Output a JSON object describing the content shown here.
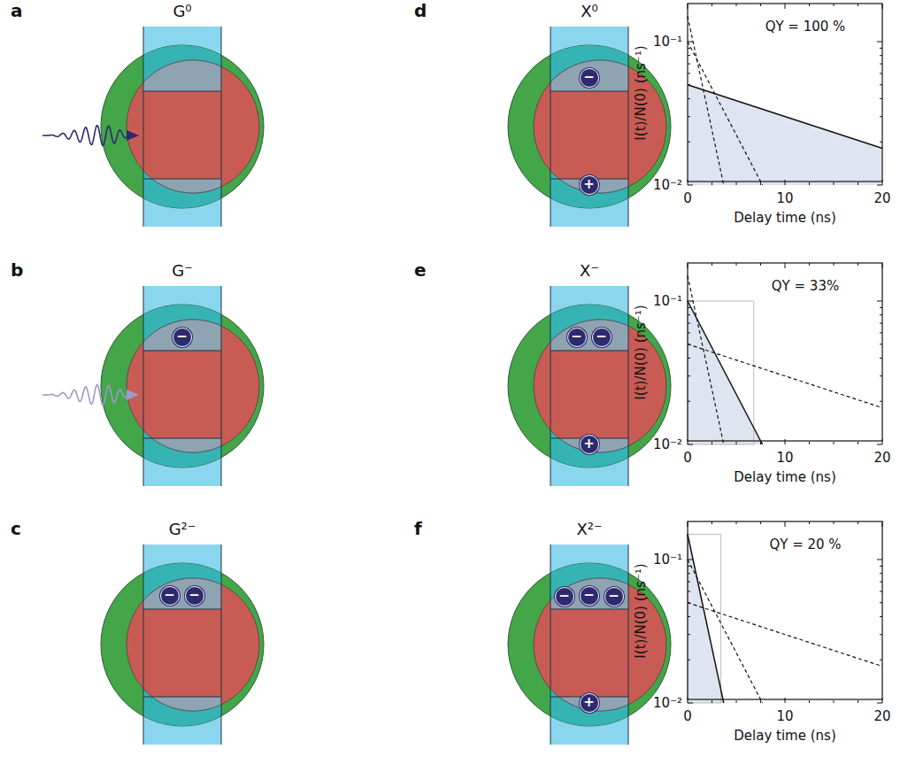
{
  "diagram": {
    "nodes": [
      {
        "text": [
          "G⁰"
        ]
      },
      {
        "text": [
          "X⁰"
        ]
      },
      {
        "text": [
          "−"
        ],
        "in": 1
      },
      {
        "text": [
          "+"
        ],
        "in": 1
      },
      {
        "text": [
          "G⁻"
        ]
      },
      {
        "text": [
          "−"
        ],
        "in": 4
      },
      {
        "text": [
          "X⁻"
        ]
      },
      {
        "text": [
          "−"
        ],
        "in": 6
      },
      {
        "text": [
          "−"
        ],
        "in": 6
      },
      {
        "text": [
          "+"
        ],
        "in": 6
      },
      {
        "text": [
          "G²⁻"
        ]
      },
      {
        "text": [
          "−"
        ],
        "in": 10
      },
      {
        "text": [
          "−"
        ],
        "in": 10
      },
      {
        "text": [
          "X²⁻"
        ]
      },
      {
        "text": [
          "−"
        ],
        "in": 13
      },
      {
        "text": [
          "−"
        ],
        "in": 13
      },
      {
        "text": [
          "−"
        ],
        "in": 13
      },
      {
        "text": [
          "+"
        ],
        "in": 13
      }
    ],
    "labels": [
      "a",
      "b",
      "c",
      "d",
      "e",
      "f",
      "10⁻¹",
      "10⁻²",
      "0",
      "10",
      "20",
      "Delay time (ns)",
      "I(t)/N(0) (ns⁻¹)",
      "QY = 100 %",
      "10⁻¹",
      "10⁻²",
      "0",
      "10",
      "20",
      "Delay time (ns)",
      "I(t)/N(0) (ns⁻¹)",
      "QY = 33%",
      "10⁻¹",
      "10⁻²",
      "0",
      "10",
      "20",
      "Delay time (ns)",
      "I(t)/N(0) (ns⁻¹)",
      "QY = 20 %"
    ]
  }
}
